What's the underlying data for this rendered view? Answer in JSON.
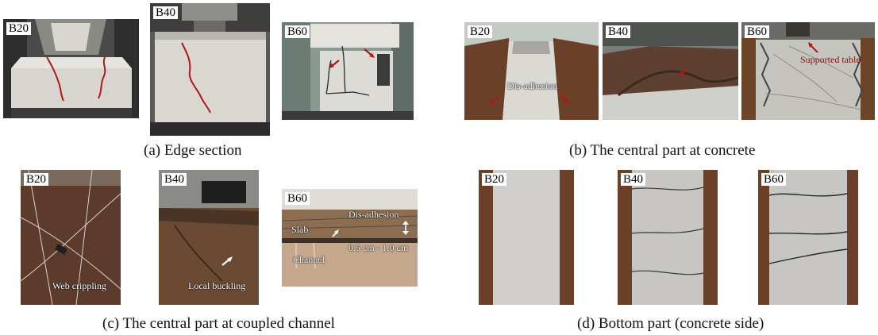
{
  "captions": {
    "a": "(a) Edge section",
    "b": "(b) The central part at concrete",
    "c": "(c) The central part at coupled channel",
    "d": "(d) Bottom part (concrete side)"
  },
  "tags": {
    "a1": "B20",
    "a2": "B40",
    "a3": "B60",
    "b1": "B20",
    "b2": "B40",
    "b3": "B60",
    "c1": "B20",
    "c2": "B40",
    "c3": "B60",
    "d1": "B20",
    "d2": "B40",
    "d3": "B60"
  },
  "annotations": {
    "dis_adhesion_b": "Dis-adhesion",
    "supported_table": "Supported table",
    "web_crippling": "Web crippling",
    "local_buckling": "Local buckling",
    "dis_adhesion_c": "Dis-adhesion",
    "slab": "Slab",
    "gap": "0.5 cm - 1.0 cm",
    "channel": "Channel"
  },
  "colors": {
    "crack_red": "#b01818",
    "steel_rust": "#6a4128",
    "concrete": "#c9c8c3"
  }
}
